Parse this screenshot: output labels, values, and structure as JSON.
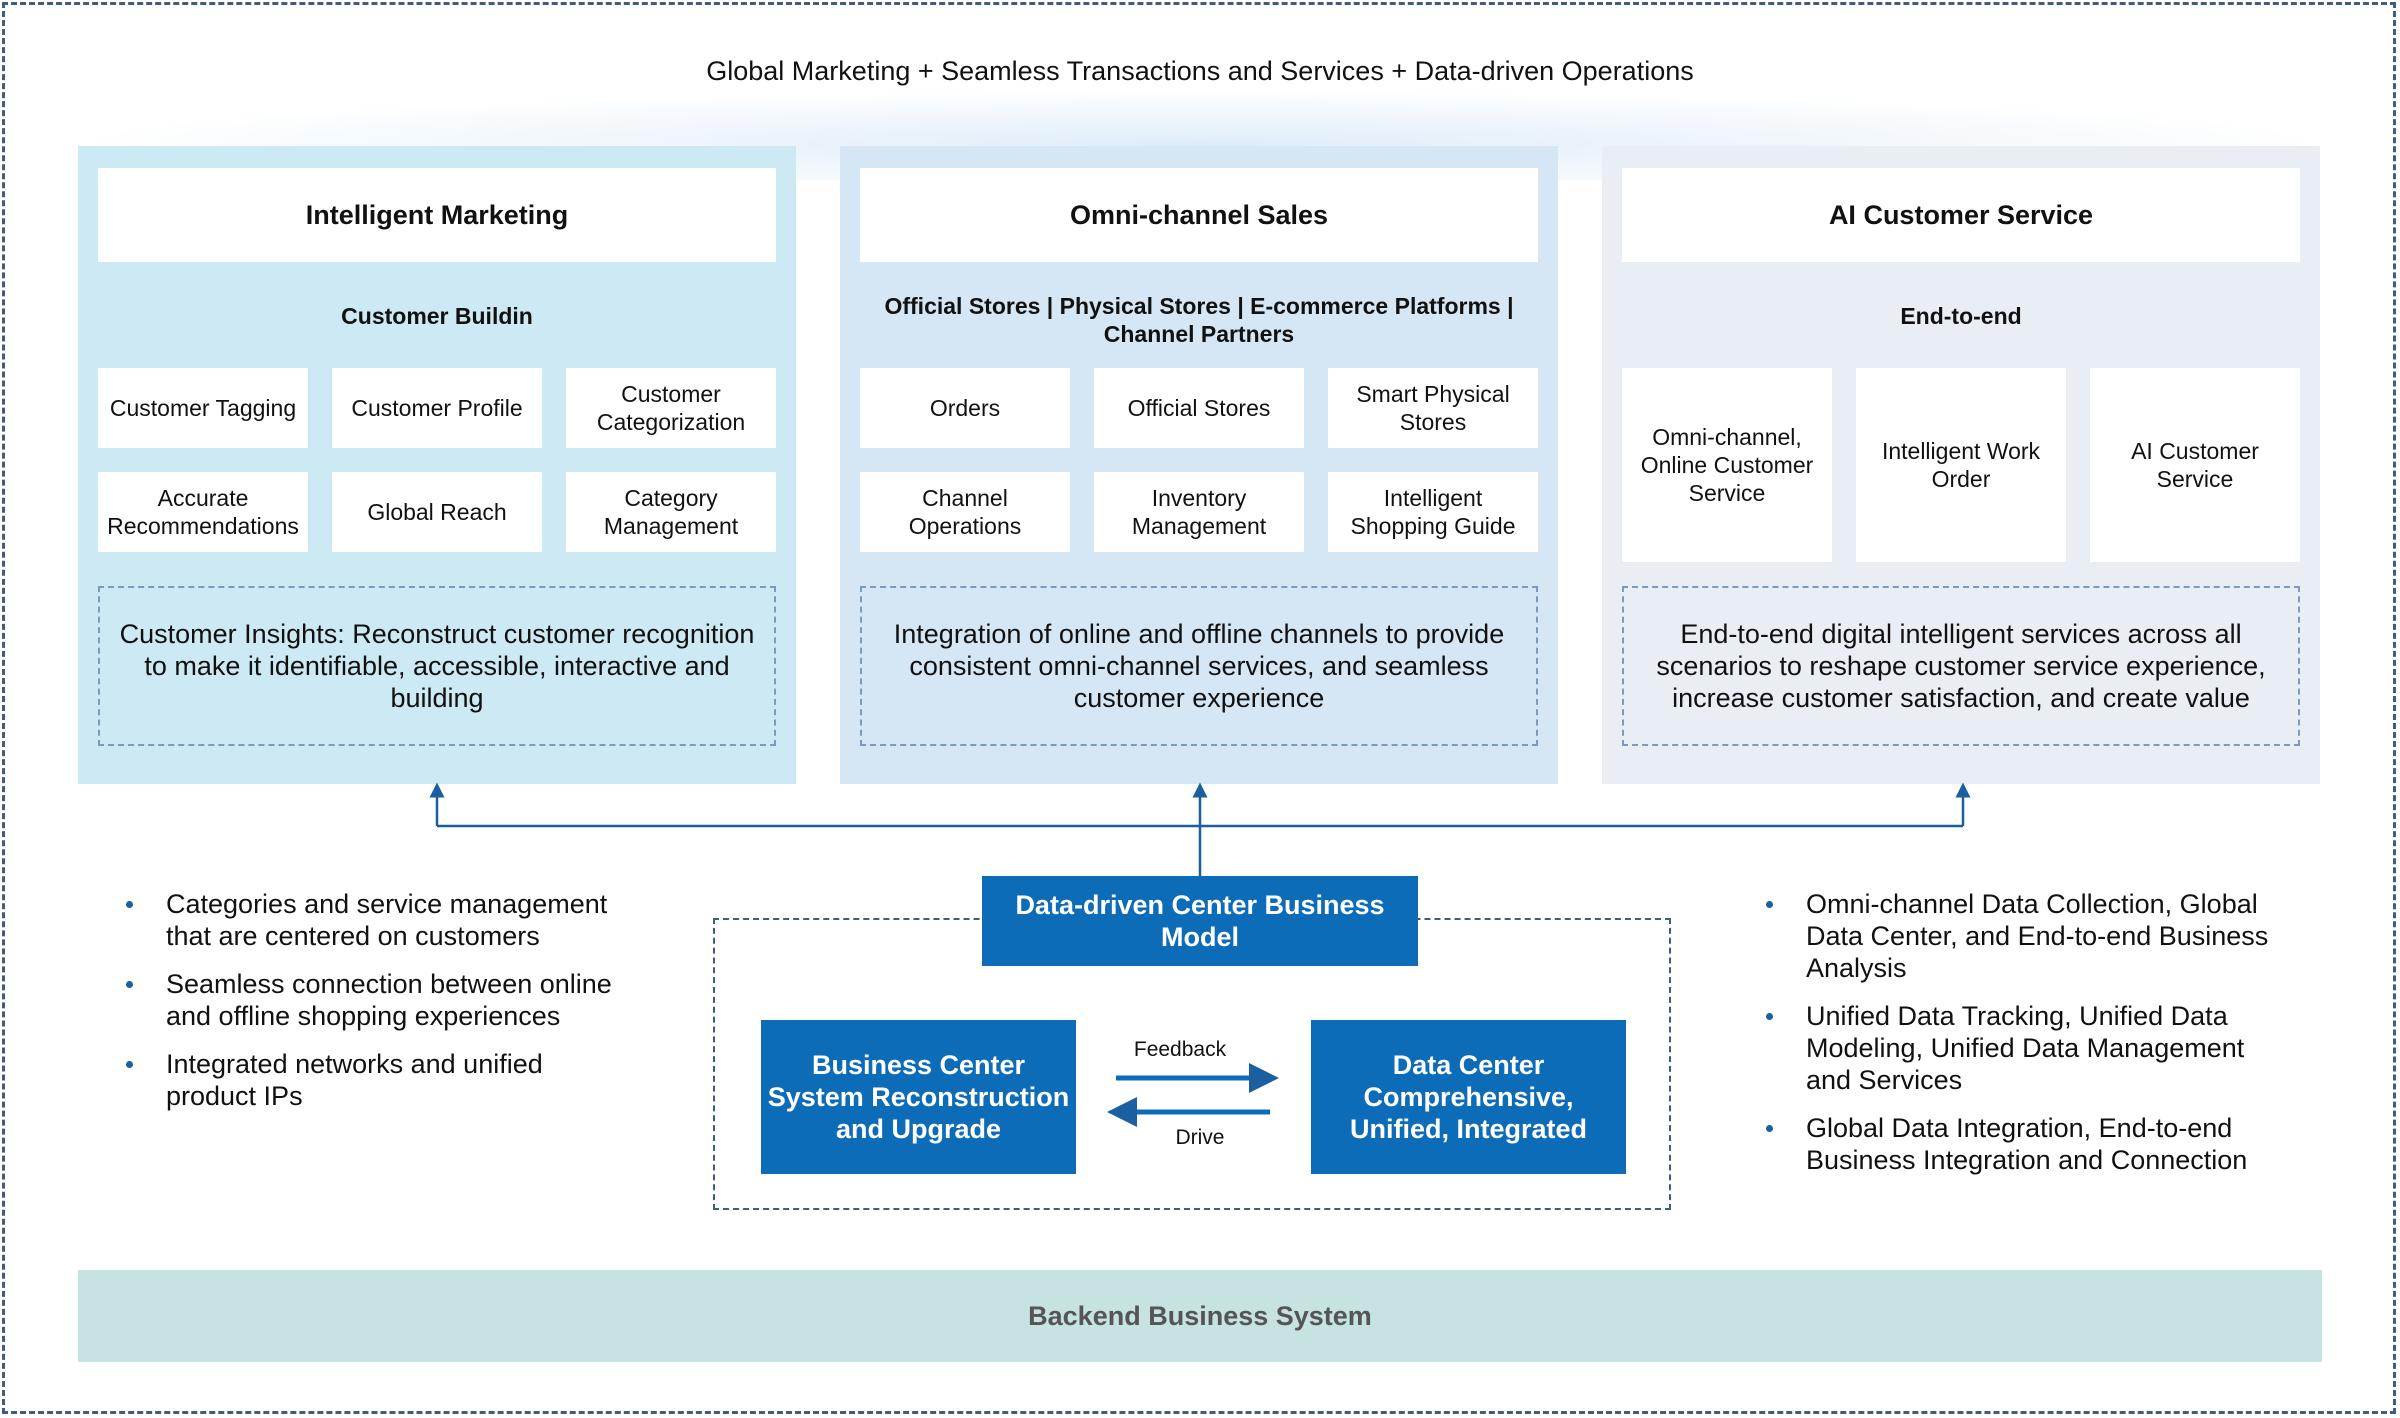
{
  "top_title": "Global Marketing + Seamless Transactions and Services + Data-driven Operations",
  "panels": [
    {
      "title": "Intelligent Marketing",
      "subtitle": "Customer Buildin",
      "cells": [
        "Customer Tagging",
        "Customer Profile",
        "Customer Categorization",
        "Accurate Recommendations",
        "Global Reach",
        "Category Management"
      ],
      "insight": "Customer Insights: Reconstruct customer recognition to make it identifiable, accessible, interactive and building"
    },
    {
      "title": "Omni-channel Sales",
      "subtitle": "Official Stores | Physical Stores | E-commerce Platforms | Channel Partners",
      "cells": [
        "Orders",
        "Official Stores",
        "Smart Physical Stores",
        "Channel Operations",
        "Inventory Management",
        "Intelligent Shopping Guide"
      ],
      "insight": "Integration of online and offline channels to provide consistent omni-channel services, and seamless customer experience"
    },
    {
      "title": "AI Customer Service",
      "subtitle": "End-to-end",
      "cells": [
        "Omni-channel, Online Customer Service",
        "Intelligent Work Order",
        "AI Customer Service"
      ],
      "insight": "End-to-end digital intelligent services across all scenarios to reshape customer service experience, increase customer satisfaction, and create value"
    }
  ],
  "left_bullets": [
    "Categories and service management that are centered on customers",
    "Seamless connection between online and offline shopping experiences",
    "Integrated networks and unified product IPs"
  ],
  "right_bullets": [
    "Omni-channel Data Collection, Global Data Center, and End-to-end Business Analysis",
    "Unified Data Tracking, Unified Data Modeling, Unified Data Management and Services",
    "Global Data Integration, End-to-end Business Integration and Connection"
  ],
  "center_box": "Data-driven Center Business Model",
  "business_center": "Business Center System Reconstruction and Upgrade",
  "data_center": "Data Center Comprehensive, Unified, Integrated",
  "feedback_label": "Feedback",
  "drive_label": "Drive",
  "backend": "Backend Business System",
  "colors": {
    "accent_blue": "#0d6cb8",
    "panel_marketing": "#cde9f3",
    "panel_sales": "#d5e7f5",
    "panel_service": "#e8eef4",
    "backend_bg": "#c6e2e1",
    "line": "#1a5fa0"
  }
}
